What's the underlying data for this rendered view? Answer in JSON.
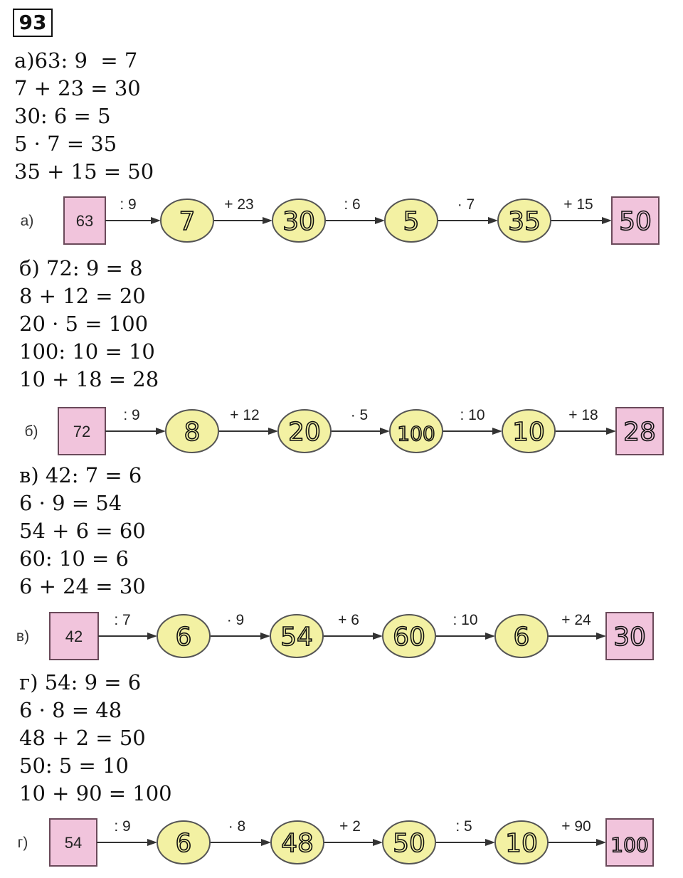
{
  "task_number": "93",
  "sections": [
    {
      "id": "a",
      "equations": [
        "а)63: 9  = 7",
        "7 + 23 = 30",
        "30: 6 = 5",
        "5 · 7 = 35",
        "35 + 15 = 50"
      ],
      "diagram": {
        "label": "а)",
        "start": "63",
        "operations": [
          ": 9",
          "+ 23",
          ": 6",
          "· 7",
          "+ 15"
        ],
        "results": [
          "7",
          "30",
          "5",
          "35"
        ],
        "final": "50"
      }
    },
    {
      "id": "b",
      "equations": [
        "б) 72: 9 = 8",
        "8 + 12 = 20",
        "20 · 5 = 100",
        "100: 10 = 10",
        "10 + 18 = 28"
      ],
      "diagram": {
        "label": "б)",
        "start": "72",
        "operations": [
          ": 9",
          "+ 12",
          "· 5",
          ": 10",
          "+ 18"
        ],
        "results": [
          "8",
          "20",
          "100",
          "10"
        ],
        "final": "28"
      }
    },
    {
      "id": "v",
      "equations": [
        "в) 42: 7 = 6",
        "6 · 9 = 54",
        "54 + 6 = 60",
        "60: 10 = 6",
        "6 + 24 = 30"
      ],
      "diagram": {
        "label": "в)",
        "start": "42",
        "operations": [
          ": 7",
          "· 9",
          "+ 6",
          ": 10",
          "+ 24"
        ],
        "results": [
          "6",
          "54",
          "60",
          "6"
        ],
        "final": "30"
      }
    },
    {
      "id": "g",
      "equations": [
        "г) 54: 9 = 6",
        "6 · 8 = 48",
        "48 + 2 = 50",
        "50: 5 = 10",
        "10 + 90 = 100"
      ],
      "diagram": {
        "label": "г)",
        "start": "54",
        "operations": [
          ": 9",
          "· 8",
          "+ 2",
          ": 5",
          "+ 90"
        ],
        "results": [
          "6",
          "48",
          "50",
          "10"
        ],
        "final": "100"
      }
    }
  ],
  "colors": {
    "box_fill": "#f1c4dc",
    "box_stroke": "#6a4a5a",
    "ellipse_fill": "#f3f1a3",
    "ellipse_stroke": "#555555",
    "arrow": "#333333"
  }
}
